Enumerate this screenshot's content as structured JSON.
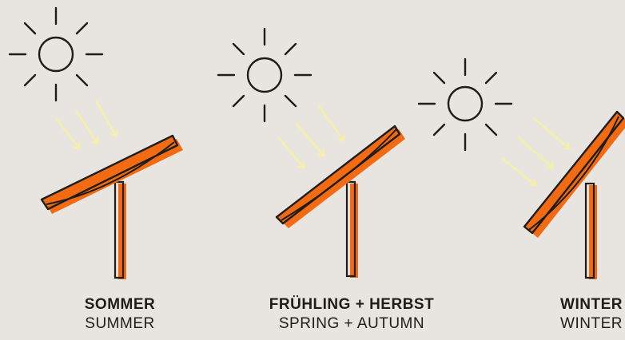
{
  "colors": {
    "background": "#e8e5e1",
    "panel_fill": "#f26a12",
    "panel_shadow": "#f26a12",
    "outline": "#1d1d1b",
    "sun_rays": "#f7f0a0"
  },
  "seasons": [
    {
      "key": "summer",
      "label_de": "SOMMER",
      "label_en": "SUMMER",
      "icon": "sun-icon"
    },
    {
      "key": "spring_autumn",
      "label_de": "FRÜHLING + HERBST",
      "label_en": "SPRING + AUTUMN",
      "icon": "sun-icon"
    },
    {
      "key": "winter",
      "label_de": "WINTER",
      "label_en": "WINTER",
      "icon": "sun-icon"
    }
  ]
}
